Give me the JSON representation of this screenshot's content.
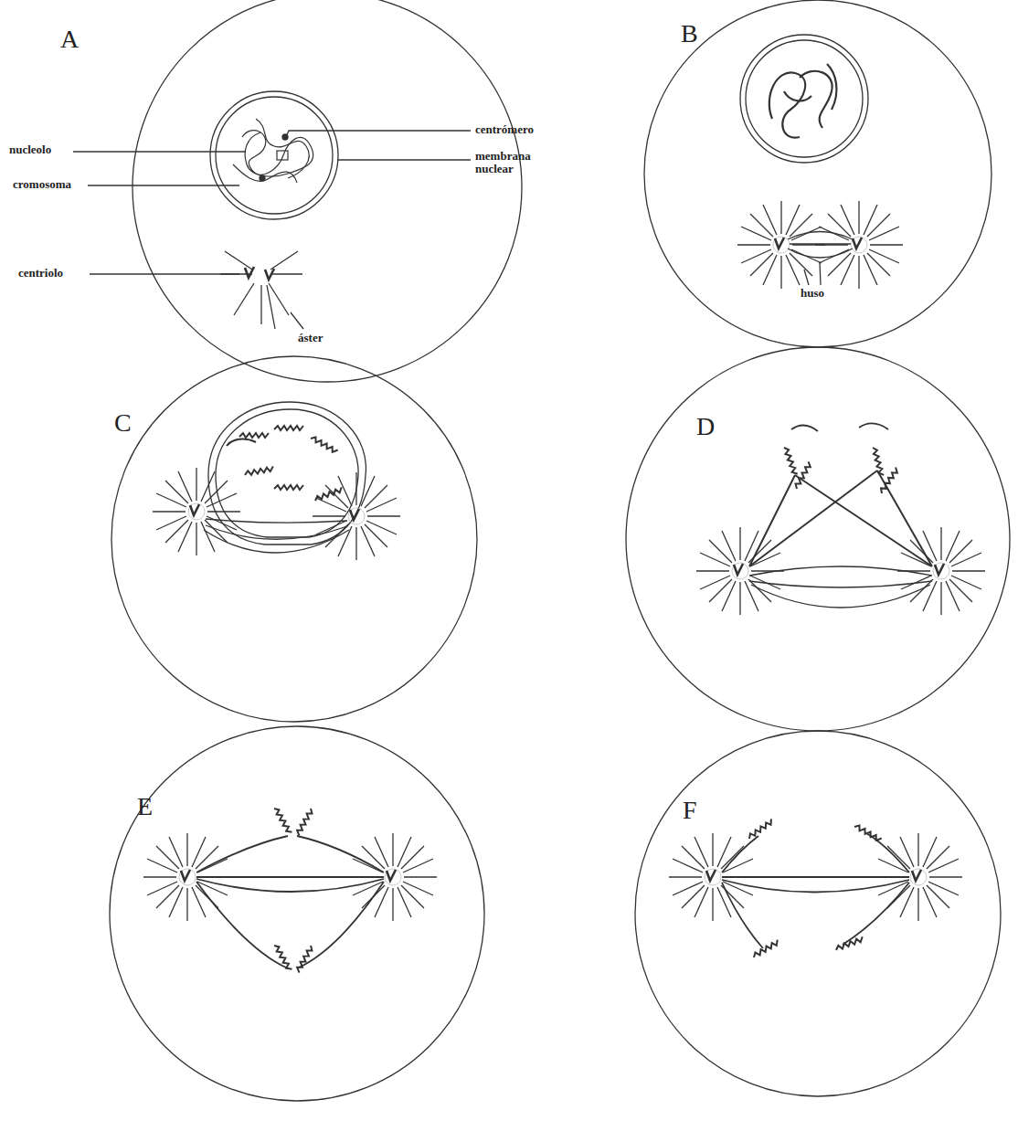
{
  "diagram": {
    "labels": [
      "A",
      "nucleolo",
      "cromosoma",
      "centrómero",
      "membrana nuclear",
      "centriolo",
      "áster",
      "B",
      "huso",
      "C",
      "D",
      "E",
      "F"
    ]
  }
}
